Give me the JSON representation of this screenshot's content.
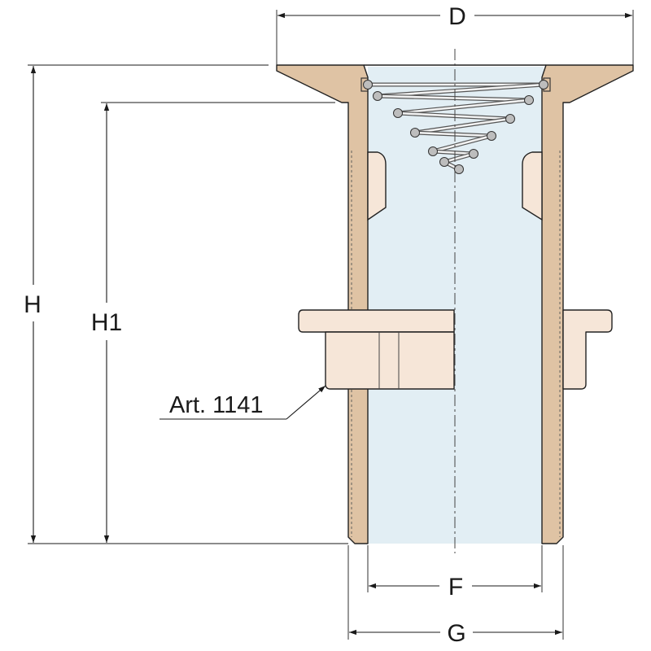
{
  "dimensions": {
    "D": "D",
    "H": "H",
    "H1": "H1",
    "F": "F",
    "G": "G"
  },
  "callout": {
    "label": "Art. 1141"
  },
  "colors": {
    "body": "#dfc3a4",
    "bore": "#e2eef4",
    "nut": "#f6e6d8",
    "lines": "#1a1a1a"
  }
}
